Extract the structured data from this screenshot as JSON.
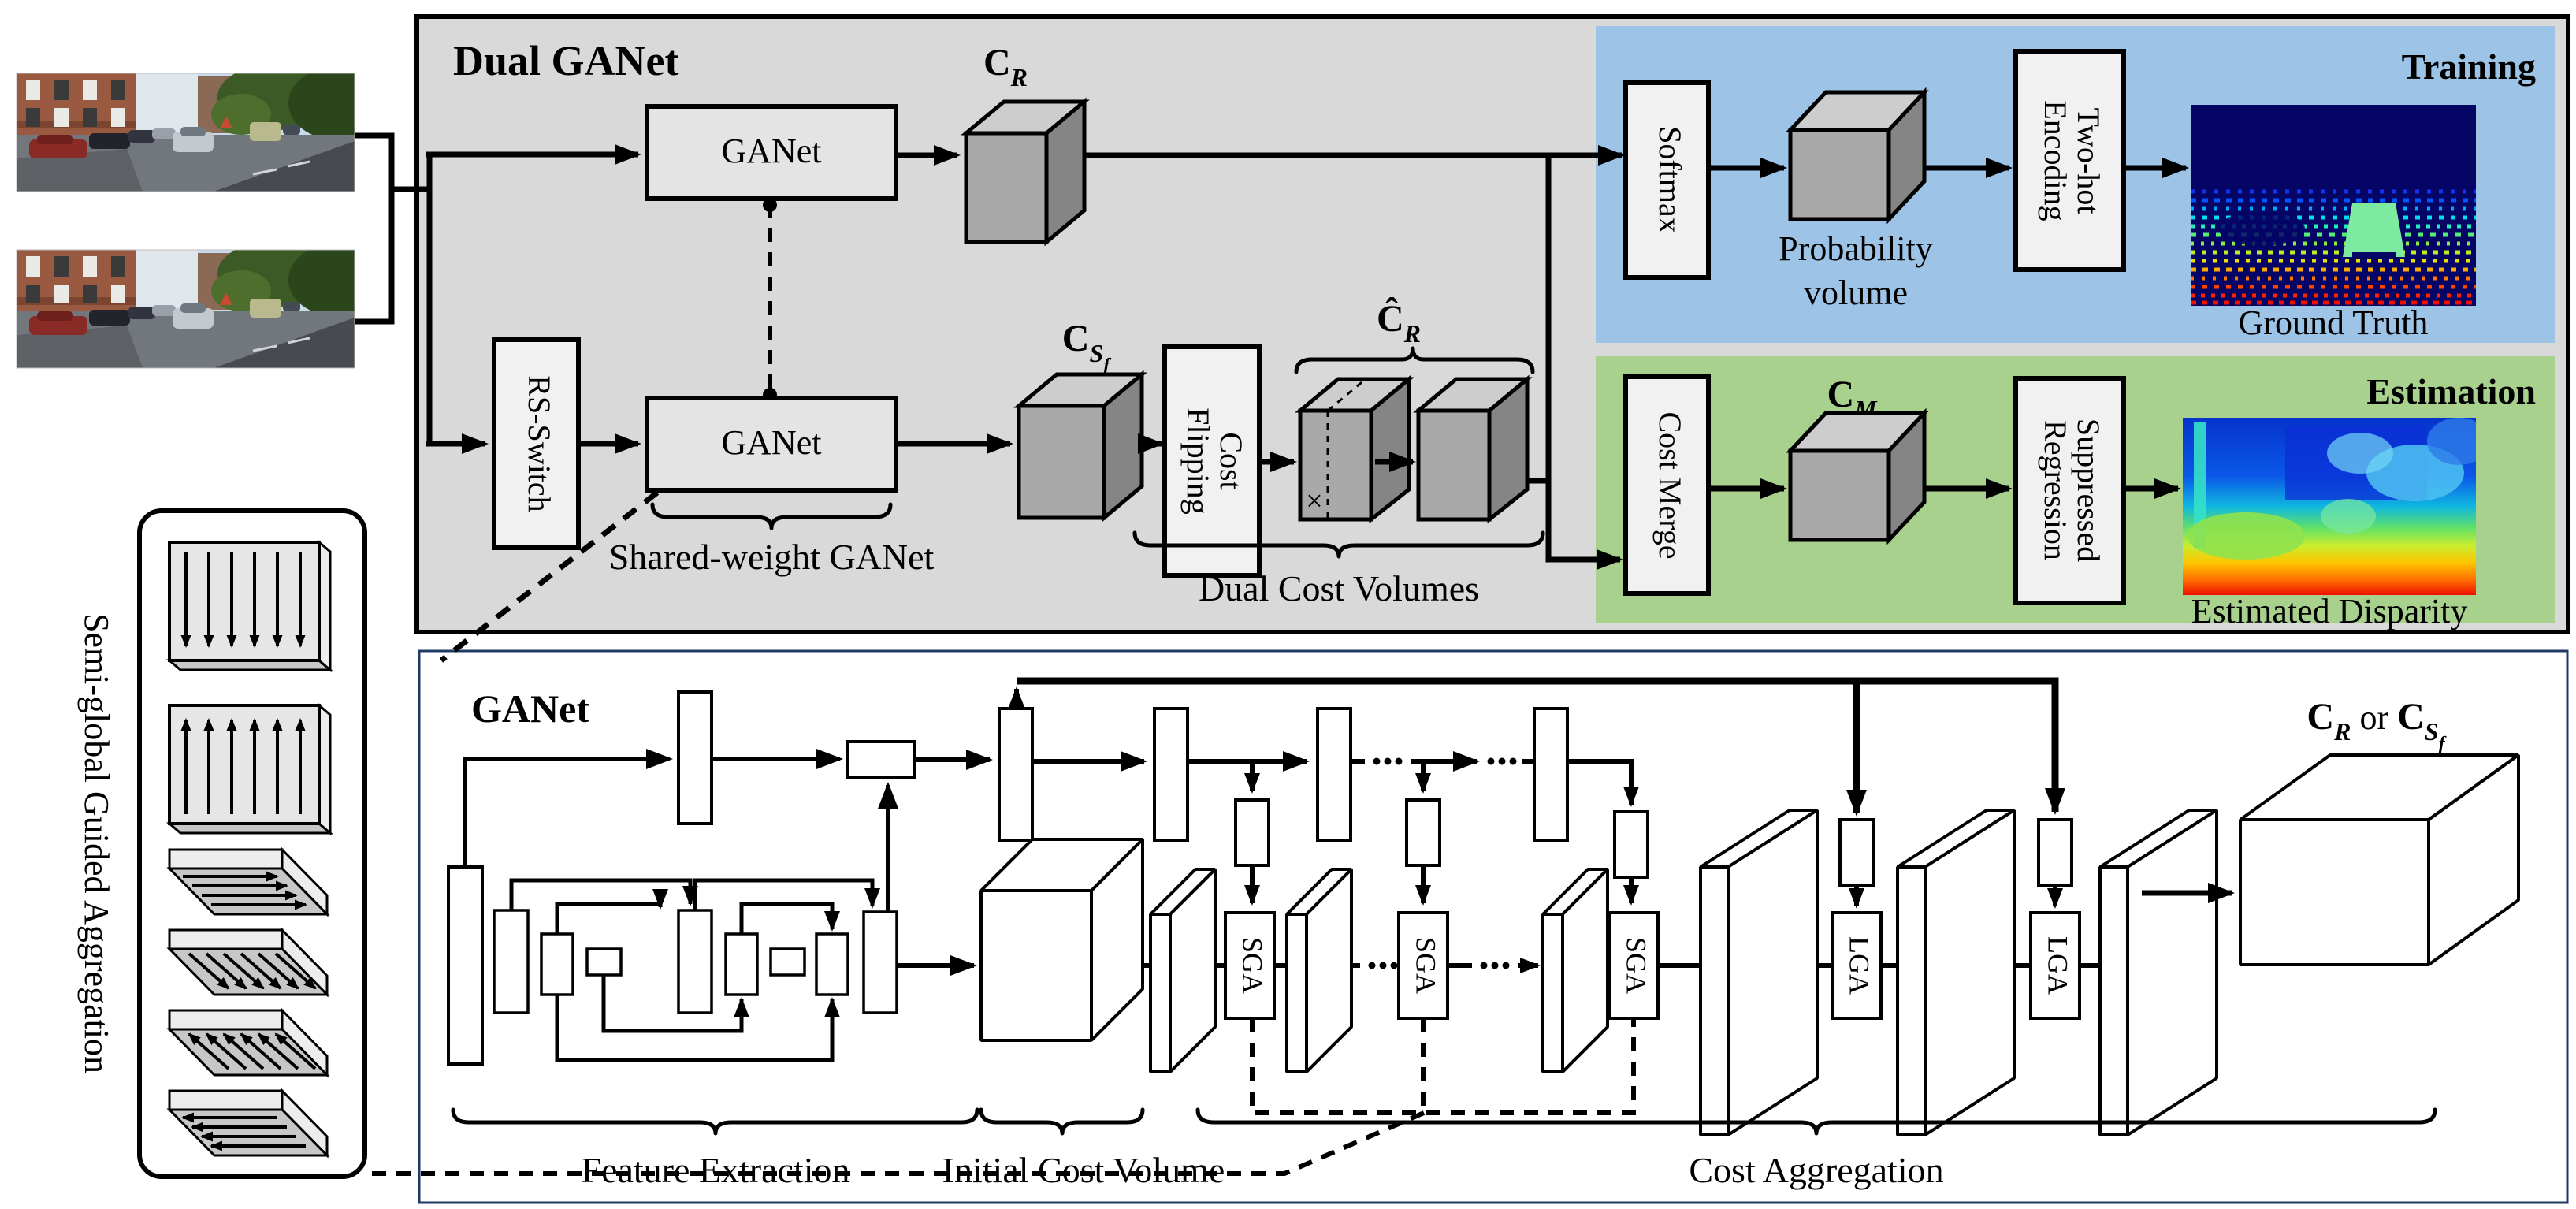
{
  "figure": {
    "side": {
      "label": "Semi-global Guided Aggregation"
    },
    "top": {
      "title": "Dual GANet",
      "ganet1": "GANet",
      "ganet2": "GANet",
      "rs_switch": "RS-Switch",
      "cost_flipping": [
        "Cost",
        "Flipping"
      ],
      "flip_mark": "×",
      "shared_weight": "Shared-weight GANet",
      "dual_cost_volumes": "Dual Cost Volumes"
    },
    "training": {
      "title": "Training",
      "softmax": "Softmax",
      "probability": [
        "Probability",
        "volume"
      ],
      "two_hot": [
        "Two-hot",
        "Encoding"
      ],
      "caption": "Ground Truth"
    },
    "estimation": {
      "title": "Estimation",
      "cost_merge": "Cost Merge",
      "suppressed": [
        "Suppressed",
        "Regression"
      ],
      "caption": "Estimated Disparity"
    },
    "ganet": {
      "title": "GANet",
      "sga": "SGA",
      "lga": "LGA",
      "feature_extraction": "Feature Extraction",
      "initial_cost_volume": "Initial Cost Volume",
      "cost_aggregation": "Cost Aggregation"
    },
    "sym": {
      "c": "C",
      "c_hat": "Ĉ",
      "r": "R",
      "s": "S",
      "f": "f",
      "m": "M",
      "or": " or "
    },
    "colors": {
      "panel_gray": "#d9d9d9",
      "panel_blue": "#9dc3e6",
      "panel_green": "#a9d18e",
      "cube_front": "#a9a9a9",
      "cube_top": "#cdcdcd",
      "cube_side": "#858585",
      "ganet_border": "#203864"
    }
  }
}
